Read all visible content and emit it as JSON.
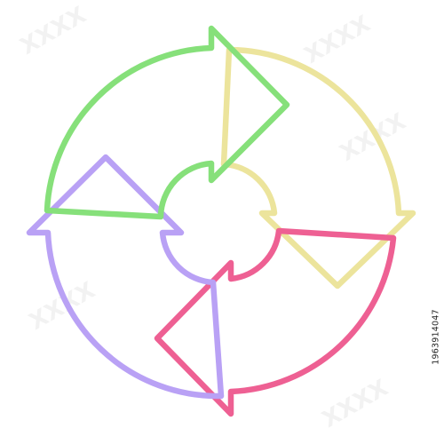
{
  "diagram": {
    "segments": [
      {
        "name": "green",
        "color": "#86e07a"
      },
      {
        "name": "yellow",
        "color": "#ece49c"
      },
      {
        "name": "pink",
        "color": "#ee6093"
      },
      {
        "name": "purple",
        "color": "#b9a1f5"
      }
    ]
  },
  "watermark": {
    "text": "XXXX"
  },
  "side_id": {
    "text": "1963914047"
  }
}
